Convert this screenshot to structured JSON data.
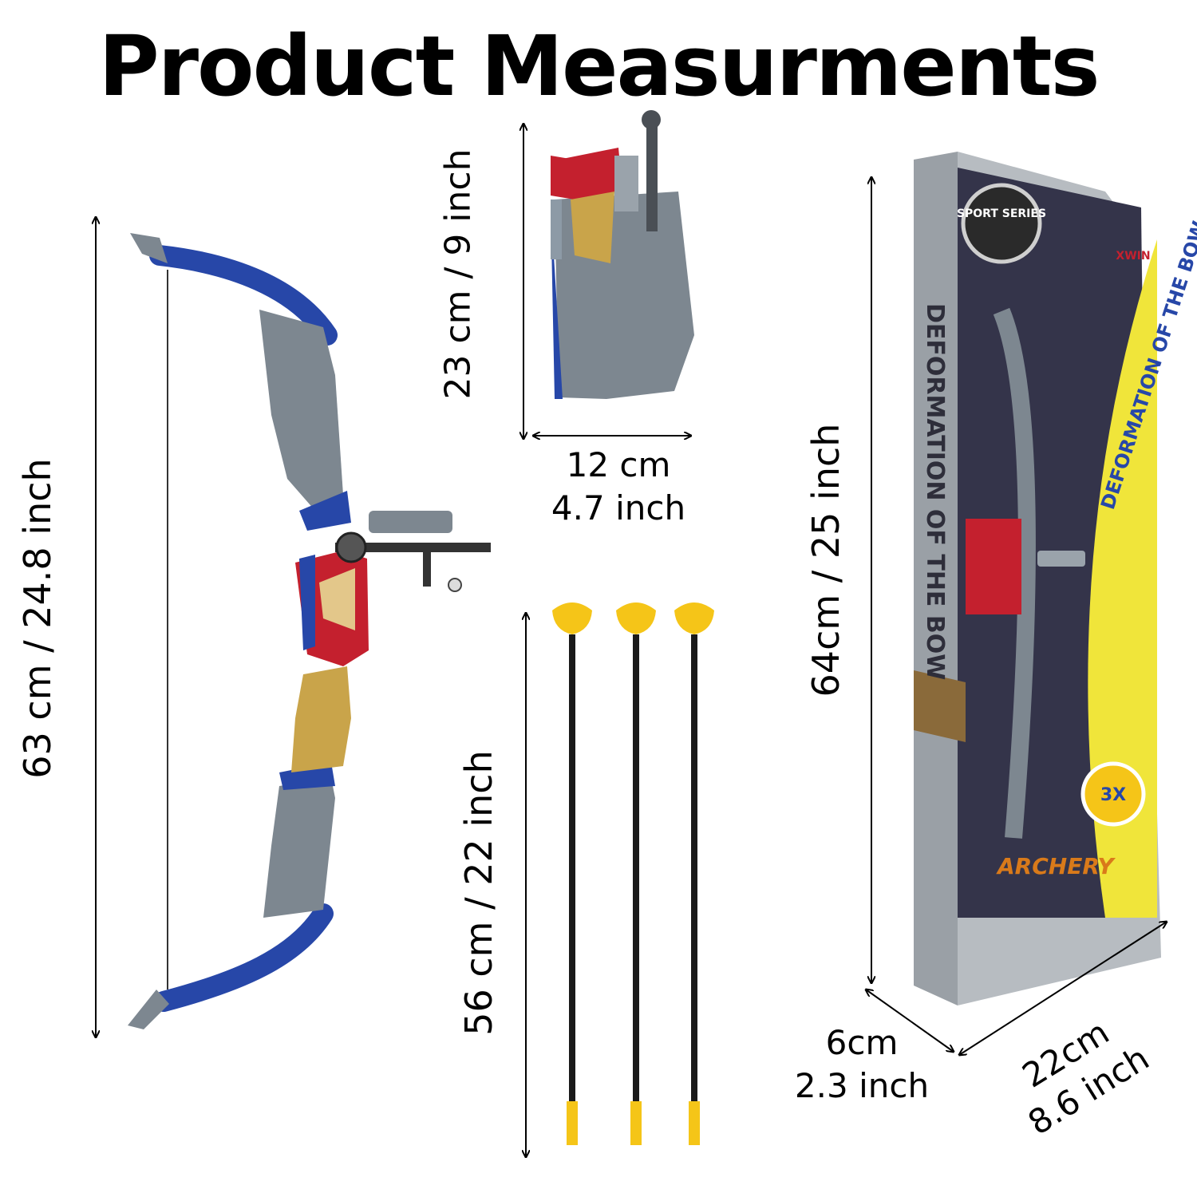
{
  "title": "Product Measurments",
  "dimensions": {
    "bow_height": "63 cm / 24.8 inch",
    "quiver_height": "23 cm / 9 inch",
    "quiver_width_cm": "12 cm",
    "quiver_width_in": "4.7 inch",
    "arrow_length": "56 cm / 22 inch",
    "box_height": "64cm / 25 inch",
    "box_depth_cm": "6cm",
    "box_depth_in": "2.3 inch",
    "box_width_cm": "22cm",
    "box_width_in": "8.6 inch"
  },
  "package": {
    "badge": "SPORT SERIES",
    "brand": "XWIN",
    "side_text": "DEFORMATION OF THE BOW",
    "front_text": "DEFORMATION OF THE BOW",
    "bottom_text": "ARCHERY",
    "seal_text": "3X"
  },
  "colors": {
    "gray": "#7d8790",
    "blue": "#2747a8",
    "red": "#c4202e",
    "gold": "#c9a44a",
    "yellow": "#f5c518",
    "black": "#1a1a1a",
    "box_dark": "#34344a",
    "box_yellow": "#f0e53a"
  }
}
